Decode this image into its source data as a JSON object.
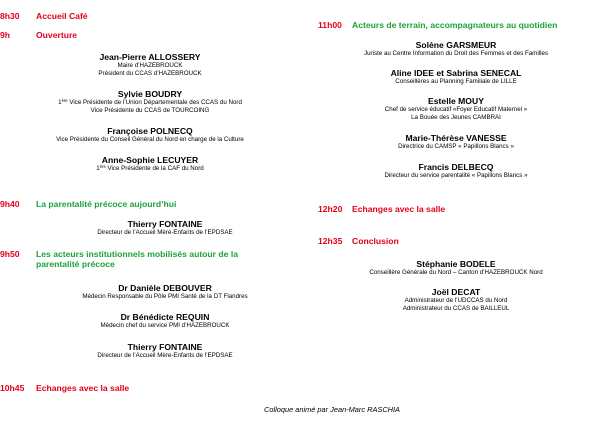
{
  "left": {
    "s_accueil": {
      "time": "8h30",
      "title": "Accueil Café"
    },
    "s_ouverture": {
      "time": "9h",
      "title": "Ouverture"
    },
    "sp_allossery": {
      "name": "Jean-Pierre ALLOSSERY",
      "lines": [
        "Maire d’HAZEBROUCK",
        "Président du CCAS d’HAZEBROUCK"
      ]
    },
    "sp_boudry": {
      "name": "Sylvie BOUDRY",
      "l1_pre": "1",
      "l1_sup": "ère",
      "l1_post": " Vice Présidente de l’Union Départementale des CCAS du Nord",
      "l2": "Vice Présidente du CCAS de TOURCOING"
    },
    "sp_polnecq": {
      "name": "Françoise POLNECQ",
      "lines": [
        "Vice Présidente du Conseil Général du Nord en charge de la Culture"
      ]
    },
    "sp_lecuyer": {
      "name": "Anne-Sophie LECUYER",
      "l1_pre": "1",
      "l1_sup": "ère",
      "l1_post": " Vice Présidente de la CAF du Nord"
    },
    "s_parentalite": {
      "time": "9h40",
      "title": "La parentalité précoce aujourd’hui"
    },
    "sp_fontaine1": {
      "name": "Thierry FONTAINE",
      "lines": [
        "Directeur de l’Accueil Mère-Enfants de l’EPDSAE"
      ]
    },
    "s_acteurs": {
      "time": "9h50",
      "title": "Les acteurs institutionnels mobilisés autour de la parentalité précoce"
    },
    "sp_debouver": {
      "name": "Dr Danièle DEBOUVER",
      "lines": [
        "Médecin Responsable du Pôle PMI Santé de la DT Flandres"
      ]
    },
    "sp_requin": {
      "name": "Dr Bénédicte REQUIN",
      "lines": [
        "Médecin chef du service PMI d’HAZEBROUCK"
      ]
    },
    "sp_fontaine2": {
      "name": "Thierry FONTAINE",
      "lines": [
        "Directeur de l’Accueil Mère-Enfants de l’EPDSAE"
      ]
    },
    "s_echanges1": {
      "time": "10h45",
      "title": "Echanges avec la salle"
    }
  },
  "right": {
    "s_terrain": {
      "time": "11h00",
      "title": "Acteurs de terrain, accompagnateurs au quotidien"
    },
    "sp_garsmeur": {
      "name": "Solène GARSMEUR",
      "lines": [
        "Juriste au Centre Information du Droit des Femmes et des Familles"
      ]
    },
    "sp_idee": {
      "name": "Aline IDEE et Sabrina SENECAL",
      "lines": [
        "Conseillères au Planning Familiale de LILLE"
      ]
    },
    "sp_mouy": {
      "name": "Estelle MOUY",
      "lines": [
        "Chef de service éducatif «Foyer Educatif Maternel »",
        "La Bouée des Jeunes CAMBRAI"
      ]
    },
    "sp_vanesse": {
      "name": "Marie-Thérèse VANESSE",
      "lines": [
        "Directrice du CAMSP « Papillons Blancs »"
      ]
    },
    "sp_delbecq": {
      "name": "Francis DELBECQ",
      "lines": [
        "Directeur du service parentalité « Papillons Blancs »"
      ]
    },
    "s_echanges2": {
      "time": "12h20",
      "title": "Echanges avec la salle"
    },
    "s_conclusion": {
      "time": "12h35",
      "title": "Conclusion"
    },
    "sp_bodele": {
      "name": "Stéphanie BODELE",
      "lines": [
        "Conseillère Générale du Nord – Canton d’HAZEBROUCK Nord"
      ]
    },
    "sp_decat": {
      "name": "Joël DECAT",
      "lines": [
        "Administrateur de l’UDCCAS du Nord",
        "Administrateur du CCAS de BAILLEUL"
      ]
    }
  },
  "footer": "Colloque animé par Jean-Marc RASCHIA",
  "colors": {
    "time": "#e2001a",
    "title_red": "#e2001a",
    "title_green": "#1aa338"
  }
}
